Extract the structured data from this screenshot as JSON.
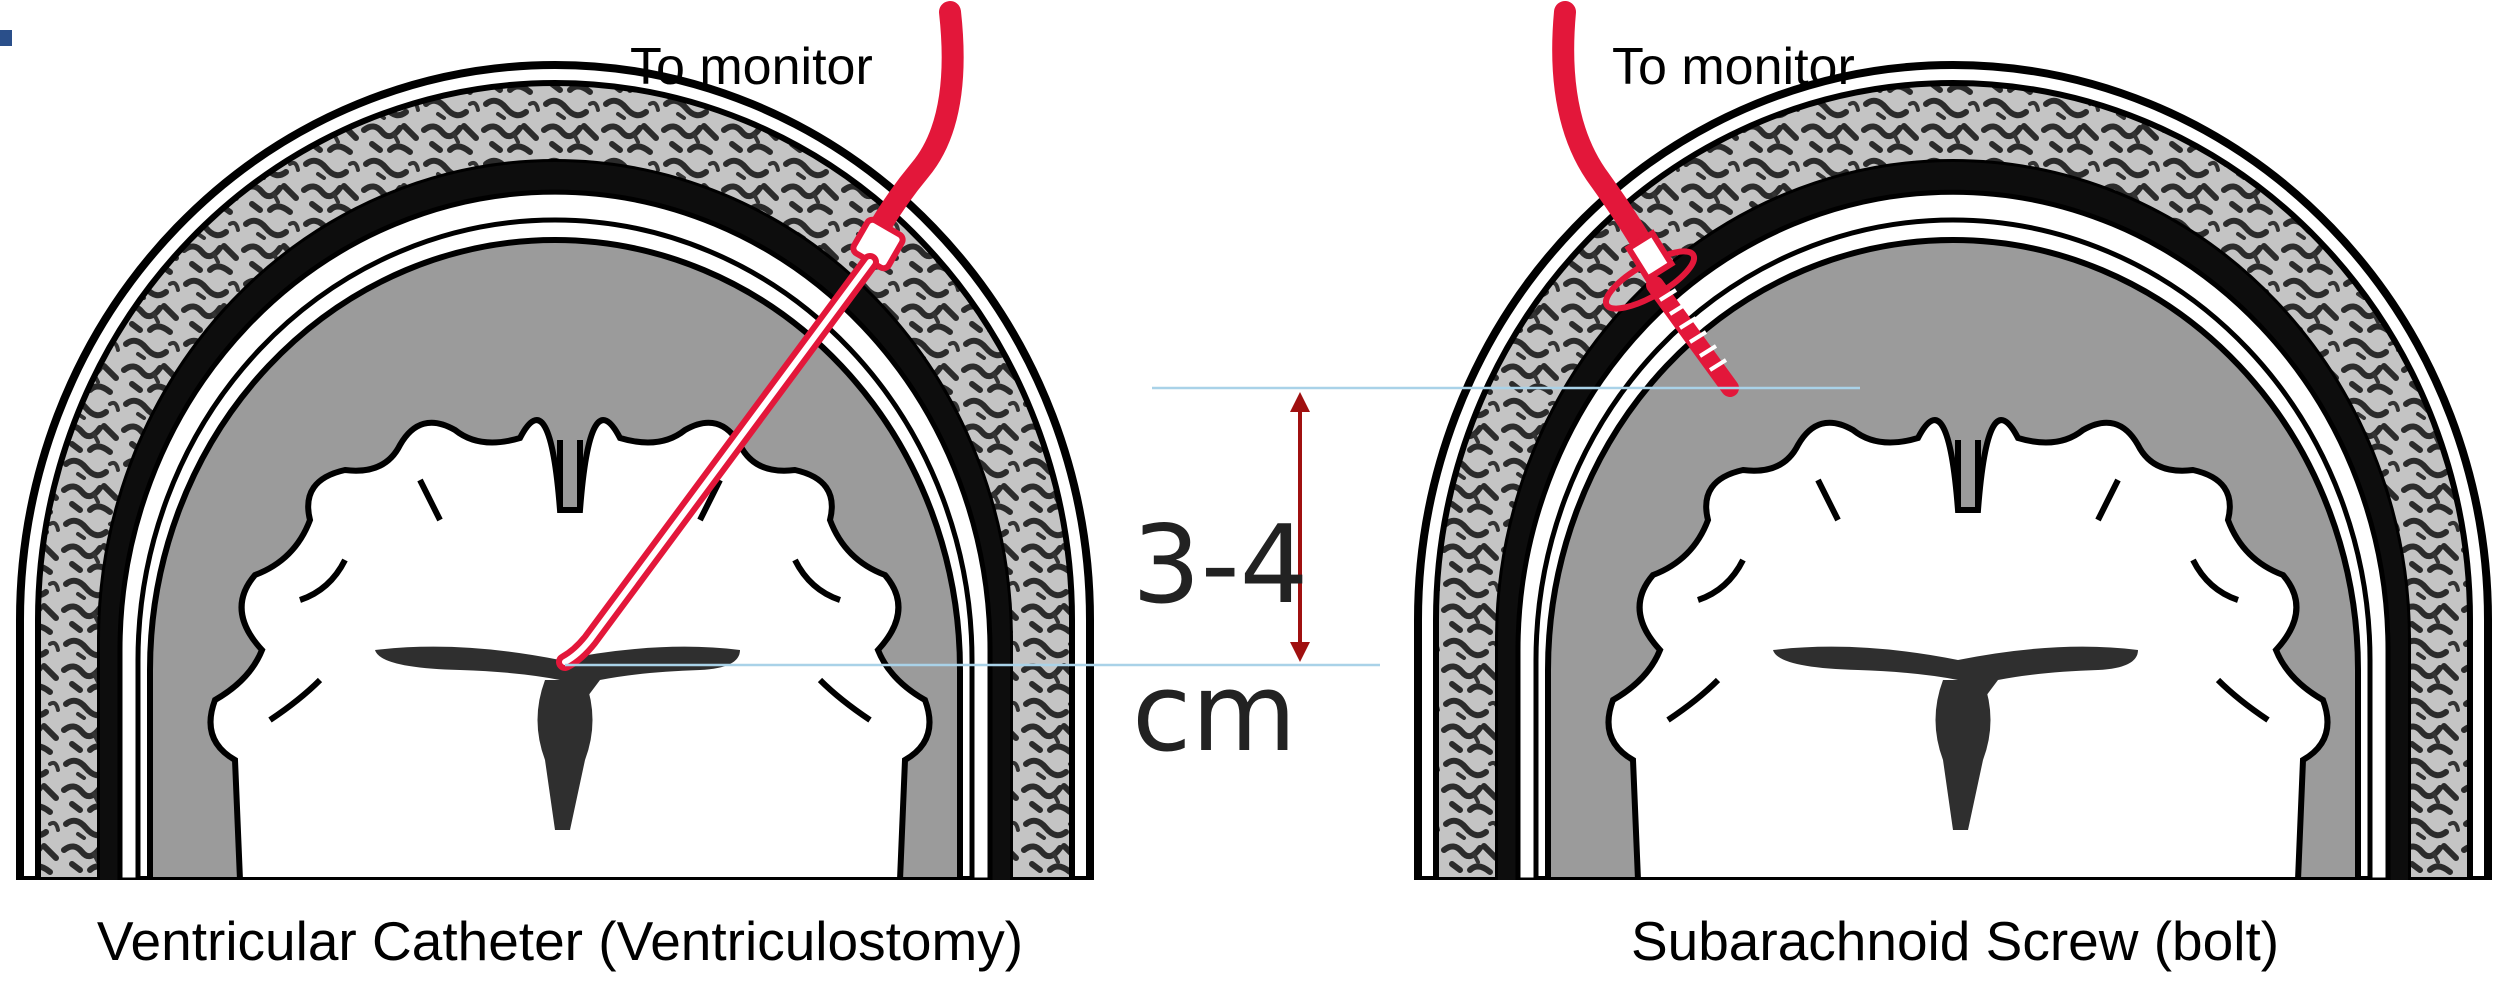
{
  "left_panel": {
    "monitor_label": "To monitor",
    "caption": "Ventricular Catheter (Ventriculostomy)"
  },
  "right_panel": {
    "monitor_label": "To monitor",
    "caption": "Subarachnoid Screw (bolt)"
  },
  "measurement": {
    "value": "3-4",
    "unit": "cm"
  },
  "colors": {
    "tube": "#e3173a",
    "measure_arrow": "#a01010",
    "guide_line": "#a9d2e8",
    "brain": "#9b9b9b",
    "skull_bone": "#b8b8b8",
    "ventricle": "#2f2f2f",
    "corner_mark": "#2a4f8a"
  }
}
